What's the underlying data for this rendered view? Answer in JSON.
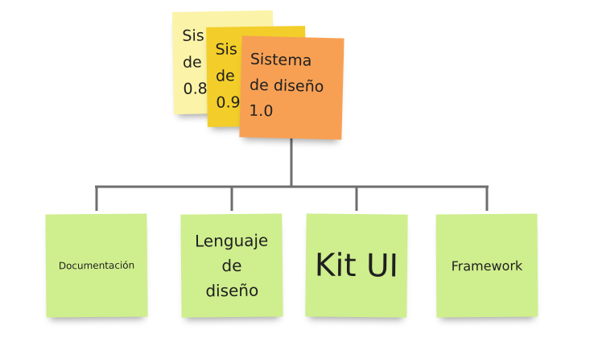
{
  "colors": {
    "note_v08": "#fbf3a8",
    "note_v09": "#f3ce2a",
    "note_v10": "#f7a054",
    "note_green": "#cfee8e",
    "connector": "#6e6e6e"
  },
  "top_notes": {
    "v08": "Sis\nde\n0.8",
    "v09": "Sis\nde\n0.9",
    "v10": "Sistema\nde diseño\n1.0"
  },
  "bottom_notes": {
    "documentation": "Documentación",
    "design_language": "Lenguaje\nde\ndiseño",
    "ui_kit": "Kit UI",
    "framework": "Framework"
  }
}
